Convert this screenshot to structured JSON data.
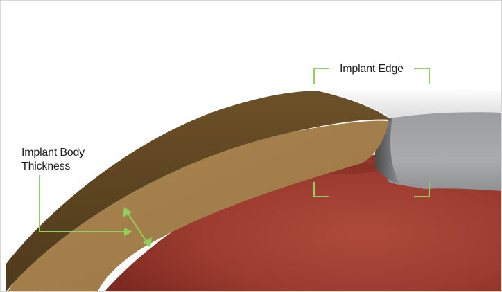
{
  "labels": {
    "implant_edge": "Implant Edge",
    "implant_body_line1": "Implant Body",
    "implant_body_line2": "Thickness"
  },
  "colors": {
    "frame_border": "#d6d6d6",
    "annotation_green": "#8fd05a",
    "label_text": "#1e1e1e",
    "tissue_red": "#a33f32",
    "implant_brown_dark": "#5e4520",
    "implant_brown_light": "#a7824f",
    "implant_edge_grey": "#a6a8aa",
    "implant_edge_white": "#f2f2f2"
  },
  "icons": {
    "thickness_arrow": "double-headed-arrow",
    "edge_brackets": "corner-bracket-frame"
  }
}
